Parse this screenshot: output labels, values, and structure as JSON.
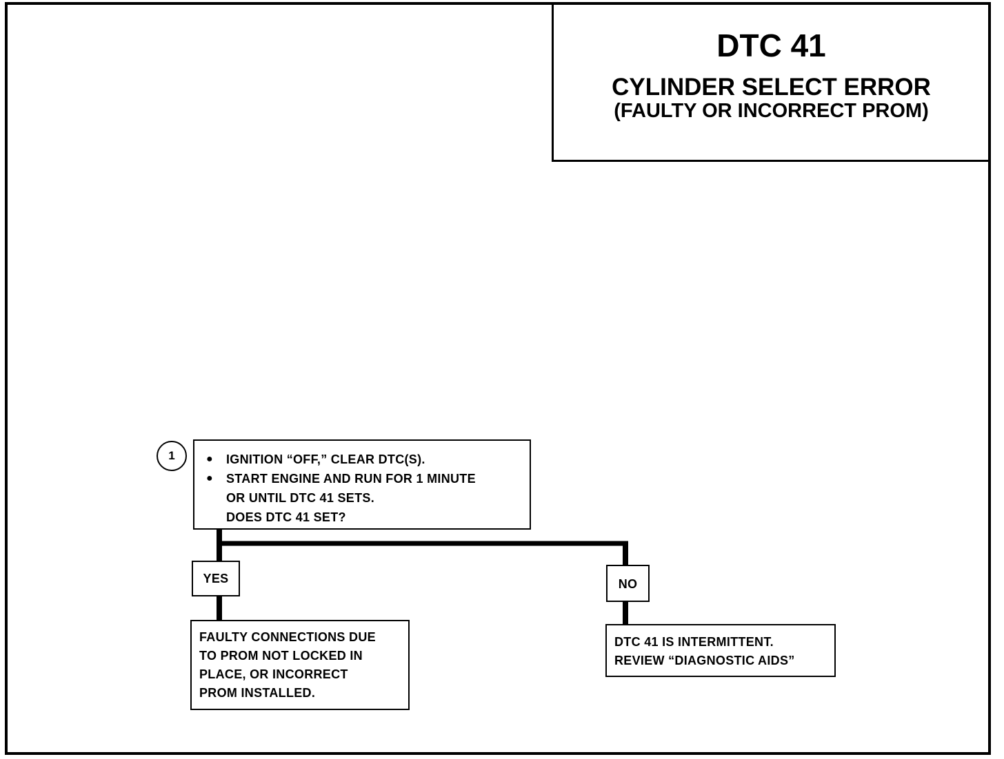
{
  "title": {
    "code": "DTC 41",
    "name": "CYLINDER SELECT ERROR",
    "subtitle": "(FAULTY OR INCORRECT PROM)"
  },
  "step": {
    "number": "1",
    "bullets": [
      "IGNITION “OFF,” CLEAR DTC(S).",
      "START  ENGINE AND RUN FOR 1 MINUTE"
    ],
    "continuation": "OR UNTIL DTC 41 SETS.",
    "question": "DOES DTC 41 SET?",
    "bullet_symbol": "●"
  },
  "branches": {
    "yes": {
      "label": "YES",
      "result_lines": [
        "FAULTY CONNECTIONS DUE",
        "TO PROM NOT LOCKED IN",
        "PLACE, OR INCORRECT",
        "PROM INSTALLED."
      ]
    },
    "no": {
      "label": "NO",
      "result_lines": [
        "DTC 41 IS INTERMITTENT.",
        "REVIEW “DIAGNOSTIC AIDS”"
      ]
    }
  }
}
